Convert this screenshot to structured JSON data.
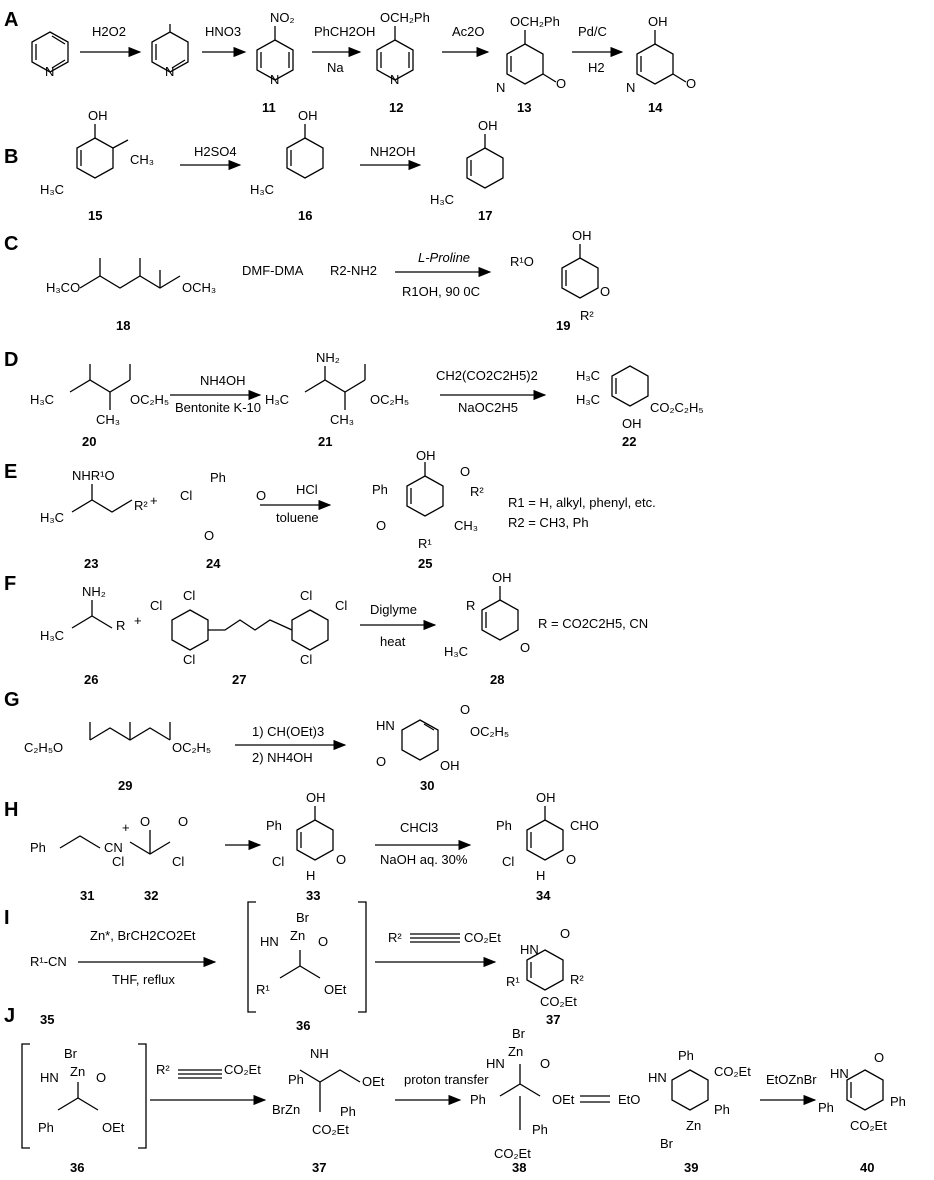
{
  "sections": [
    {
      "letter": "A",
      "reagents": [
        "H2O2",
        "HNO3",
        "PhCH2OH",
        "Na",
        "Ac2O",
        "Pd/C",
        "H2"
      ],
      "compounds": [
        "11",
        "12",
        "13",
        "14"
      ]
    },
    {
      "letter": "B",
      "reagents": [
        "H2SO4",
        "NH2OH"
      ],
      "compounds": [
        "15",
        "16",
        "17"
      ]
    },
    {
      "letter": "C",
      "reagents": [
        "DMF-DMA",
        "R2-NH2",
        "L-Proline",
        "R1OH, 90 0C"
      ],
      "compounds": [
        "18",
        "19"
      ]
    },
    {
      "letter": "D",
      "reagents": [
        "NH4OH",
        "Bentonite K-10",
        "CH2(CO2C2H5)2",
        "NaOC2H5"
      ],
      "compounds": [
        "20",
        "21",
        "22"
      ]
    },
    {
      "letter": "E",
      "reagents": [
        "HCl",
        "toluene"
      ],
      "notes": [
        "R1 = H, alkyl, phenyl, etc.",
        "R2 = CH3, Ph"
      ],
      "compounds": [
        "23",
        "24",
        "25"
      ]
    },
    {
      "letter": "F",
      "reagents": [
        "Diglyme",
        "heat"
      ],
      "notes": [
        "R = CO2C2H5, CN"
      ],
      "compounds": [
        "26",
        "27",
        "28"
      ]
    },
    {
      "letter": "G",
      "reagents": [
        "1) CH(OEt)3",
        "2) NH4OH"
      ],
      "compounds": [
        "29",
        "30"
      ]
    },
    {
      "letter": "H",
      "reagents": [
        "CHCl3",
        "NaOH aq. 30%"
      ],
      "compounds": [
        "31",
        "32",
        "33",
        "34"
      ]
    },
    {
      "letter": "I",
      "reagents": [
        "Zn*, BrCH2CO2Et",
        "THF, reflux",
        "R2-C≡C-CO2Et"
      ],
      "compounds": [
        "35",
        "36",
        "37"
      ]
    },
    {
      "letter": "J",
      "reagents": [
        "R2-C≡C-CO2Et",
        "proton transfer",
        "EtOZnBr"
      ],
      "compounds": [
        "36",
        "37",
        "38",
        "39",
        "40"
      ]
    }
  ]
}
